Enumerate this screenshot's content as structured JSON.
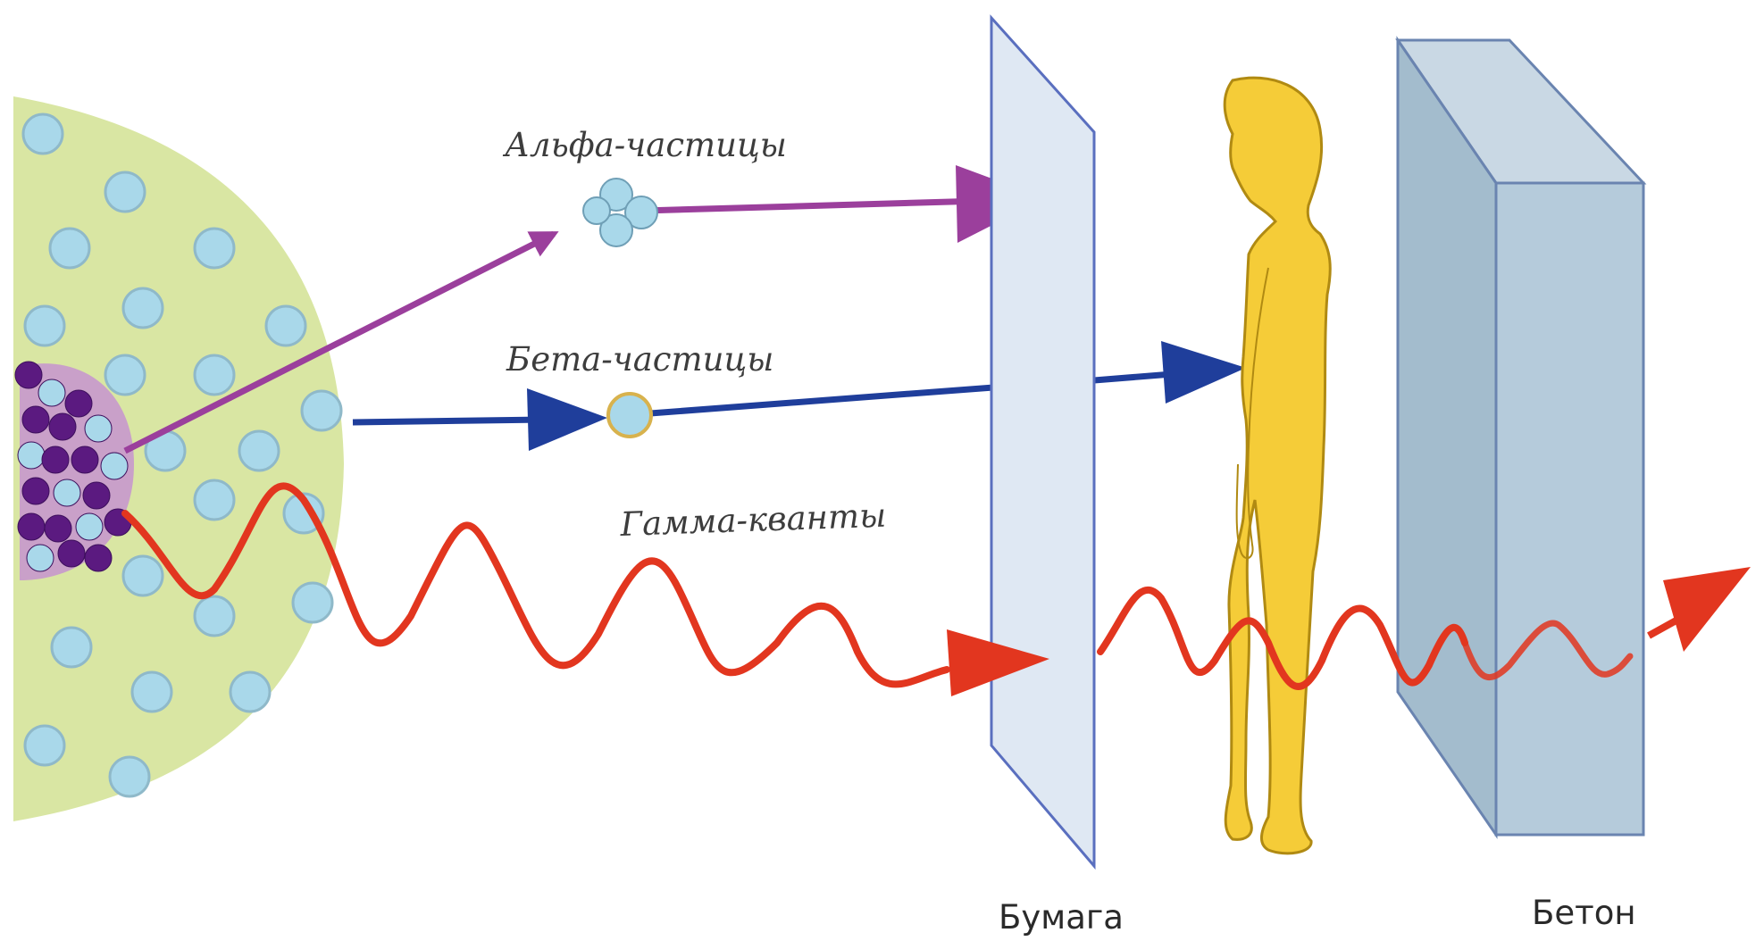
{
  "labels": {
    "alpha": "Альфа-частицы",
    "beta": "Бета-частицы",
    "gamma": "Гамма-кванты",
    "paper": "Бумага",
    "concrete": "Бетон"
  },
  "colors": {
    "source_fill": "#d9e6a3",
    "atom": "#a9d8ea",
    "nucleus": "#5b1a80",
    "alpha": "#9b3f9c",
    "beta": "#1f3e9b",
    "gamma": "#e2361f",
    "paper": "#dfe8f3",
    "concrete_front": "#b5cbdb",
    "concrete_side": "#a3bccd",
    "person": "#f5cc38"
  }
}
